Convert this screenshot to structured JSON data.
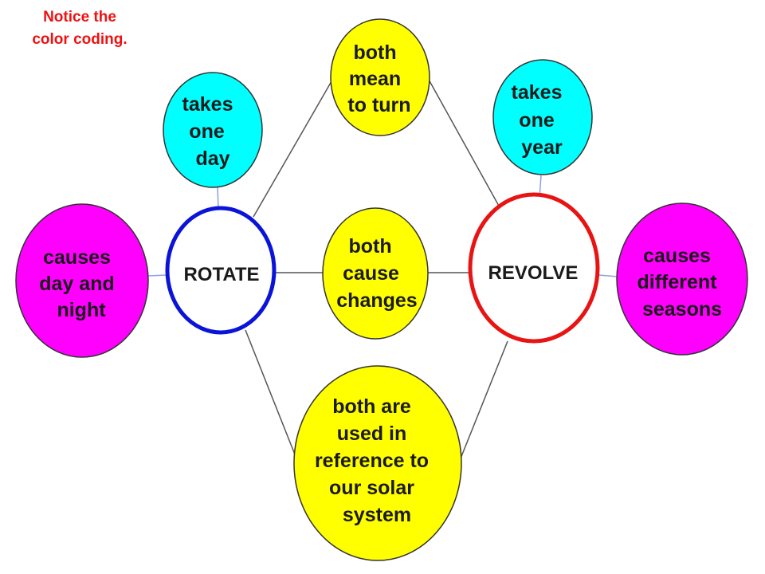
{
  "note": {
    "lines": [
      "Notice the",
      "color coding."
    ]
  },
  "colors": {
    "note_text": "#ee1111",
    "rotate_ring": "#0a14d8",
    "revolve_ring": "#e81414",
    "shared_fill": "#ffff00",
    "time_fill": "#00ffff",
    "effect_fill": "#ff00ff",
    "connector": "#555555",
    "blue_connector": "#8aa0e8"
  },
  "nodes": {
    "rotate": {
      "lines": [
        "ROTATE"
      ]
    },
    "revolve": {
      "lines": [
        "REVOLVE"
      ]
    },
    "both_mean": {
      "lines": [
        "both",
        "mean",
        "to turn"
      ]
    },
    "both_cause": {
      "lines": [
        "both",
        "cause",
        "changes"
      ]
    },
    "both_used": {
      "lines": [
        "both are",
        "used in",
        "reference to",
        "our solar",
        "system"
      ]
    },
    "takes_day": {
      "lines": [
        "takes",
        "one",
        "day"
      ]
    },
    "takes_year": {
      "lines": [
        "takes",
        "one",
        "year"
      ]
    },
    "day_night": {
      "lines": [
        "causes",
        "day and",
        "night"
      ]
    },
    "seasons": {
      "lines": [
        "causes",
        "different",
        "seasons"
      ]
    }
  }
}
